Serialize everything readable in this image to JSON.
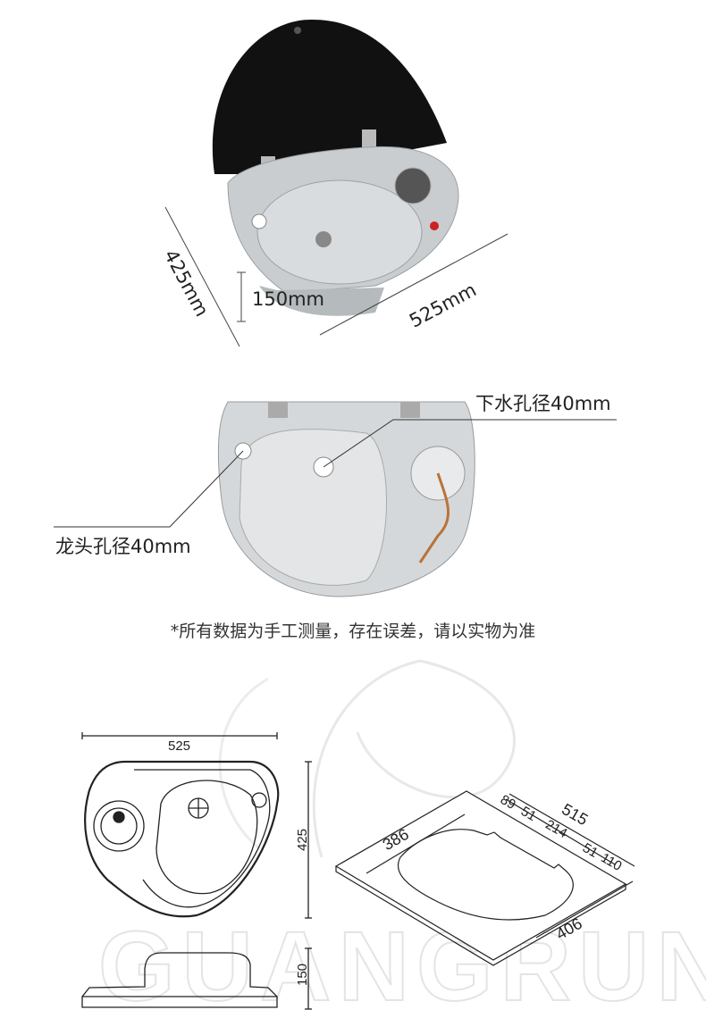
{
  "top_photo": {
    "depth_label": "425mm",
    "height_label": "150mm",
    "width_label": "525mm"
  },
  "middle_photo": {
    "drain_hole_label": "下水孔径40mm",
    "faucet_hole_label": "龙头孔径40mm"
  },
  "disclaimer": "*所有数据为手工测量，存在误差，请以实物为准",
  "drawing_top_view": {
    "width": "525",
    "depth": "425",
    "height": "150"
  },
  "drawing_cutout": {
    "total_length": "515",
    "segments": [
      "89",
      "51",
      "214",
      "51",
      "110"
    ],
    "inner_length": "386",
    "depth": "406"
  },
  "watermark": "GUANGRUN",
  "colors": {
    "lid": "#111111",
    "steel": "#c9cdd0",
    "line": "#222222"
  }
}
